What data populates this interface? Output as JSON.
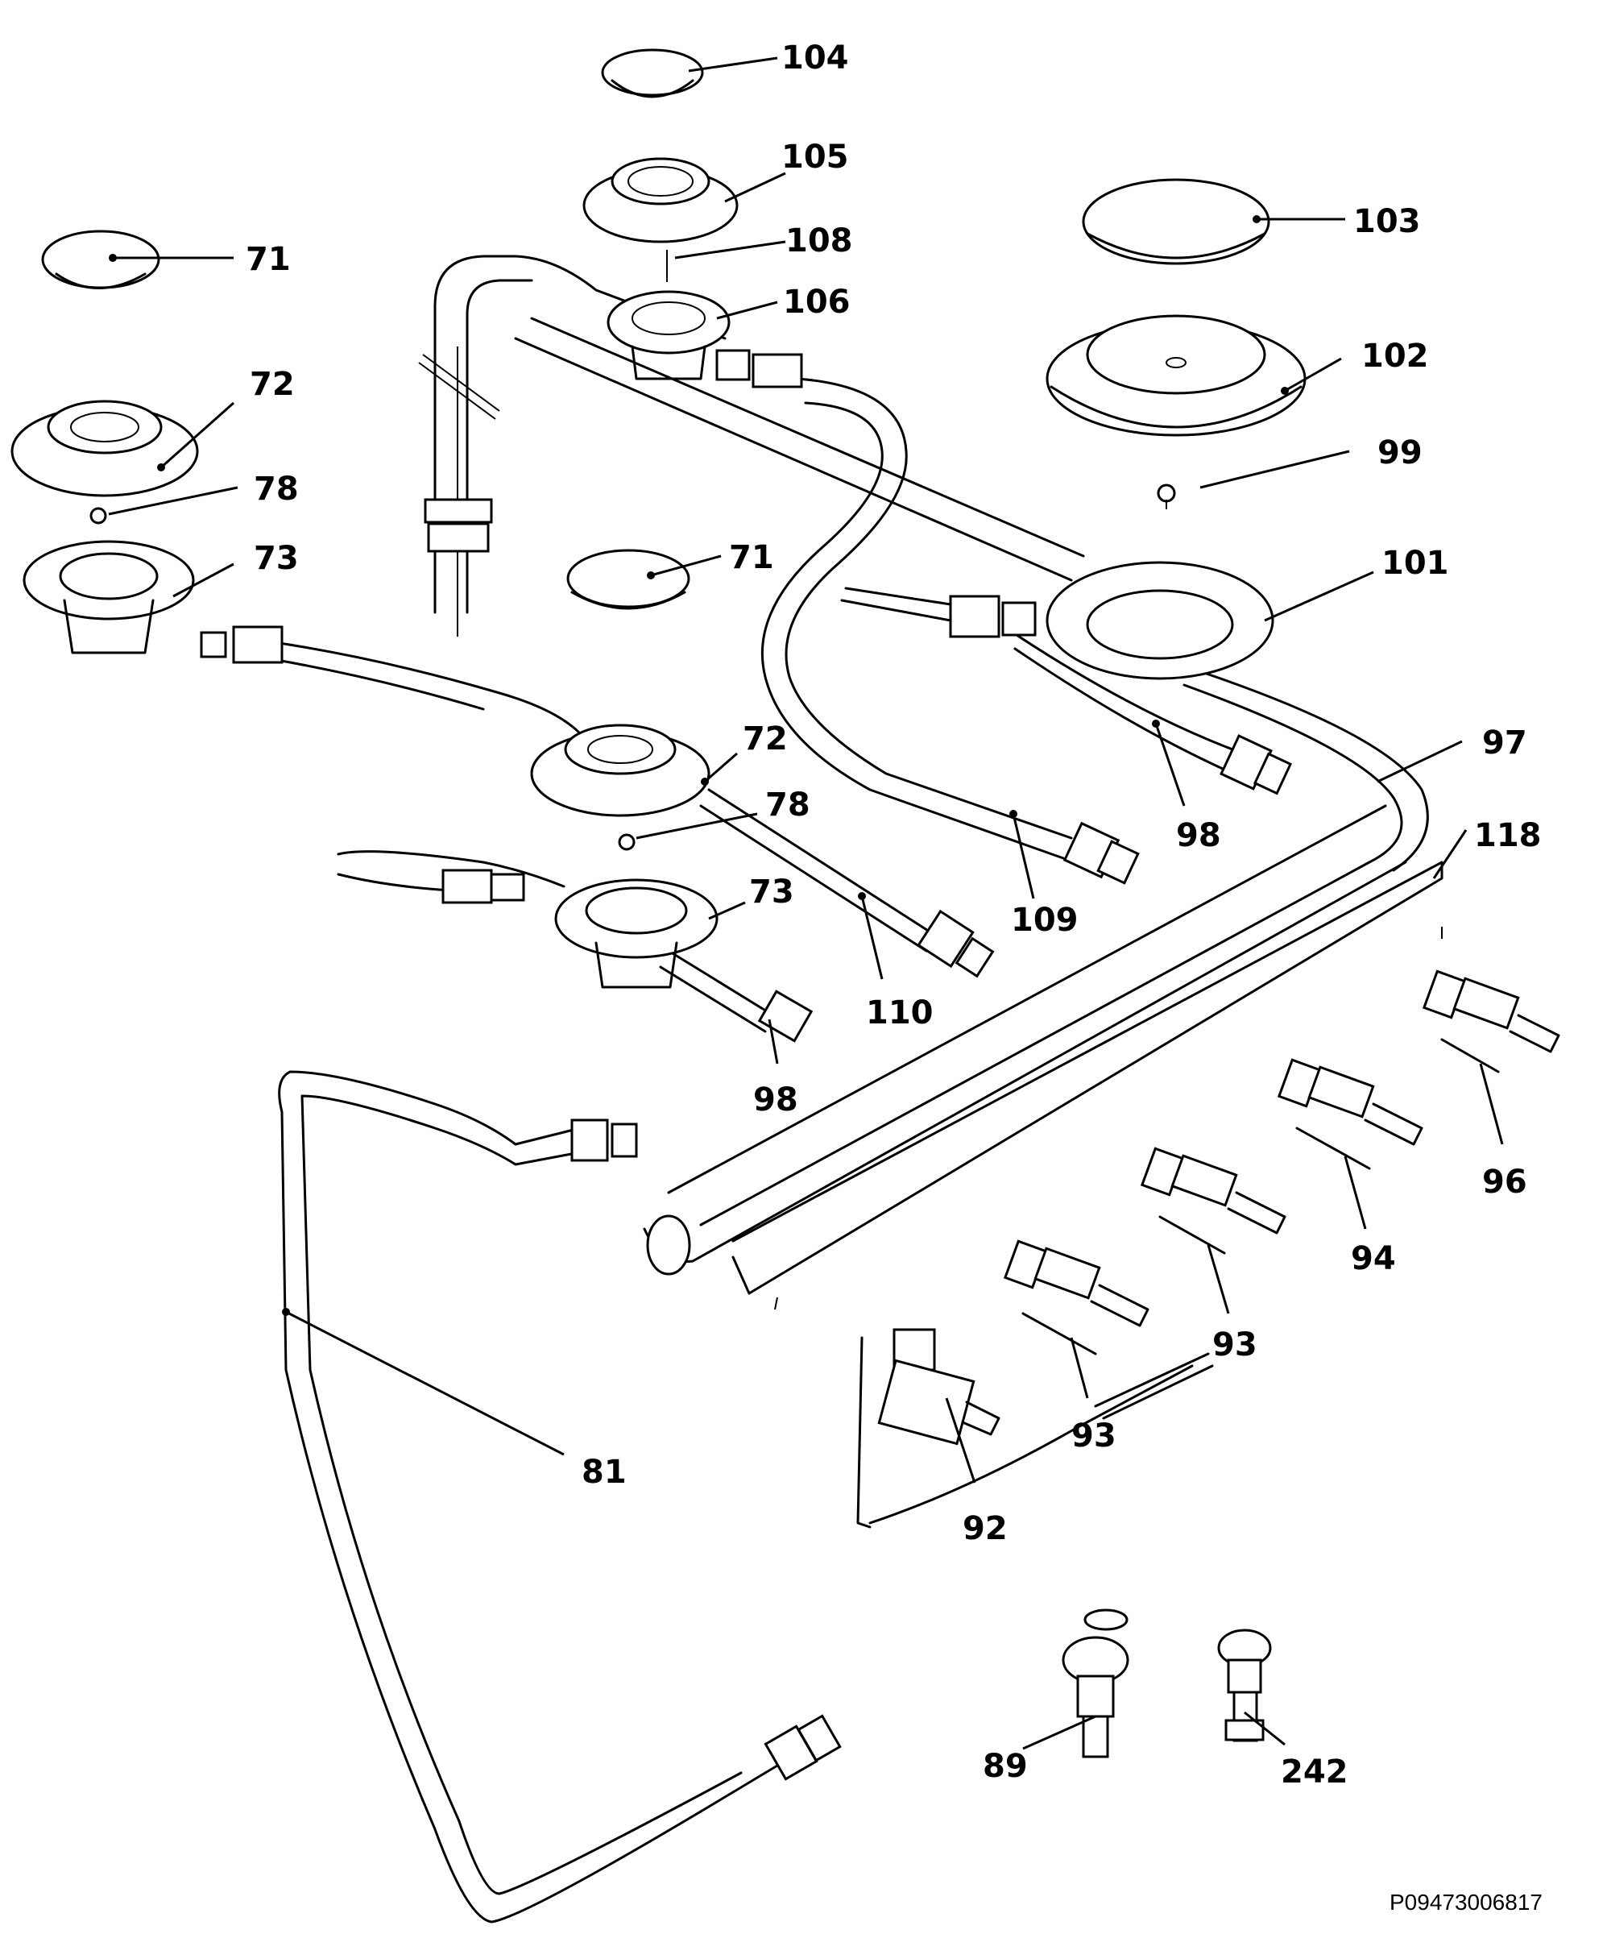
{
  "diagram": {
    "drawing_code": "P09473006817",
    "callouts": [
      {
        "label": "104"
      },
      {
        "label": "105"
      },
      {
        "label": "108"
      },
      {
        "label": "106"
      },
      {
        "label": "103"
      },
      {
        "label": "102"
      },
      {
        "label": "99"
      },
      {
        "label": "71"
      },
      {
        "label": "72"
      },
      {
        "label": "78"
      },
      {
        "label": "73"
      },
      {
        "label": "71"
      },
      {
        "label": "101"
      },
      {
        "label": "97"
      },
      {
        "label": "118"
      },
      {
        "label": "72"
      },
      {
        "label": "78"
      },
      {
        "label": "73"
      },
      {
        "label": "110"
      },
      {
        "label": "109"
      },
      {
        "label": "98"
      },
      {
        "label": "98"
      },
      {
        "label": "96"
      },
      {
        "label": "94"
      },
      {
        "label": "93"
      },
      {
        "label": "93"
      },
      {
        "label": "92"
      },
      {
        "label": "81"
      },
      {
        "label": "89"
      },
      {
        "label": "242"
      }
    ]
  }
}
